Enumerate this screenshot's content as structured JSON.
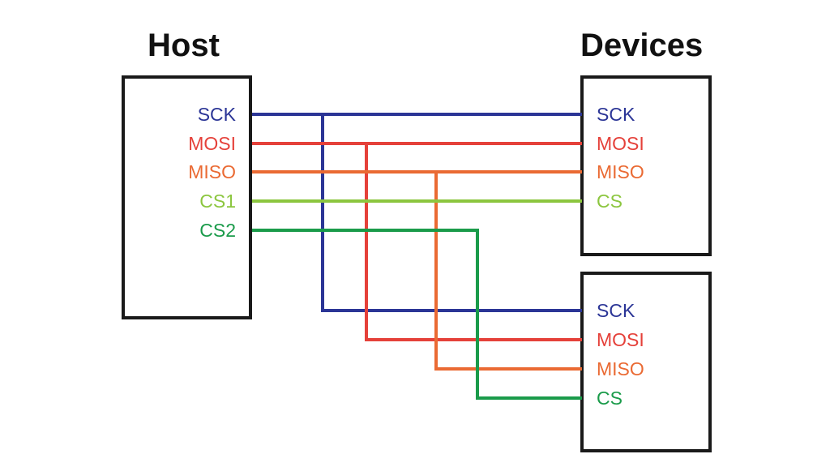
{
  "host": {
    "title": "Host",
    "pins": [
      {
        "label": "SCK",
        "color": "#2b3596"
      },
      {
        "label": "MOSI",
        "color": "#e5413a"
      },
      {
        "label": "MISO",
        "color": "#ea6a33"
      },
      {
        "label": "CS1",
        "color": "#8cc63f"
      },
      {
        "label": "CS2",
        "color": "#1a9b4a"
      }
    ]
  },
  "devices": {
    "title": "Devices",
    "device1": {
      "pins": [
        {
          "label": "SCK",
          "color": "#2b3596"
        },
        {
          "label": "MOSI",
          "color": "#e5413a"
        },
        {
          "label": "MISO",
          "color": "#ea6a33"
        },
        {
          "label": "CS",
          "color": "#8cc63f"
        }
      ]
    },
    "device2": {
      "pins": [
        {
          "label": "SCK",
          "color": "#2b3596"
        },
        {
          "label": "MOSI",
          "color": "#e5413a"
        },
        {
          "label": "MISO",
          "color": "#ea6a33"
        },
        {
          "label": "CS",
          "color": "#1a9b4a"
        }
      ]
    }
  }
}
